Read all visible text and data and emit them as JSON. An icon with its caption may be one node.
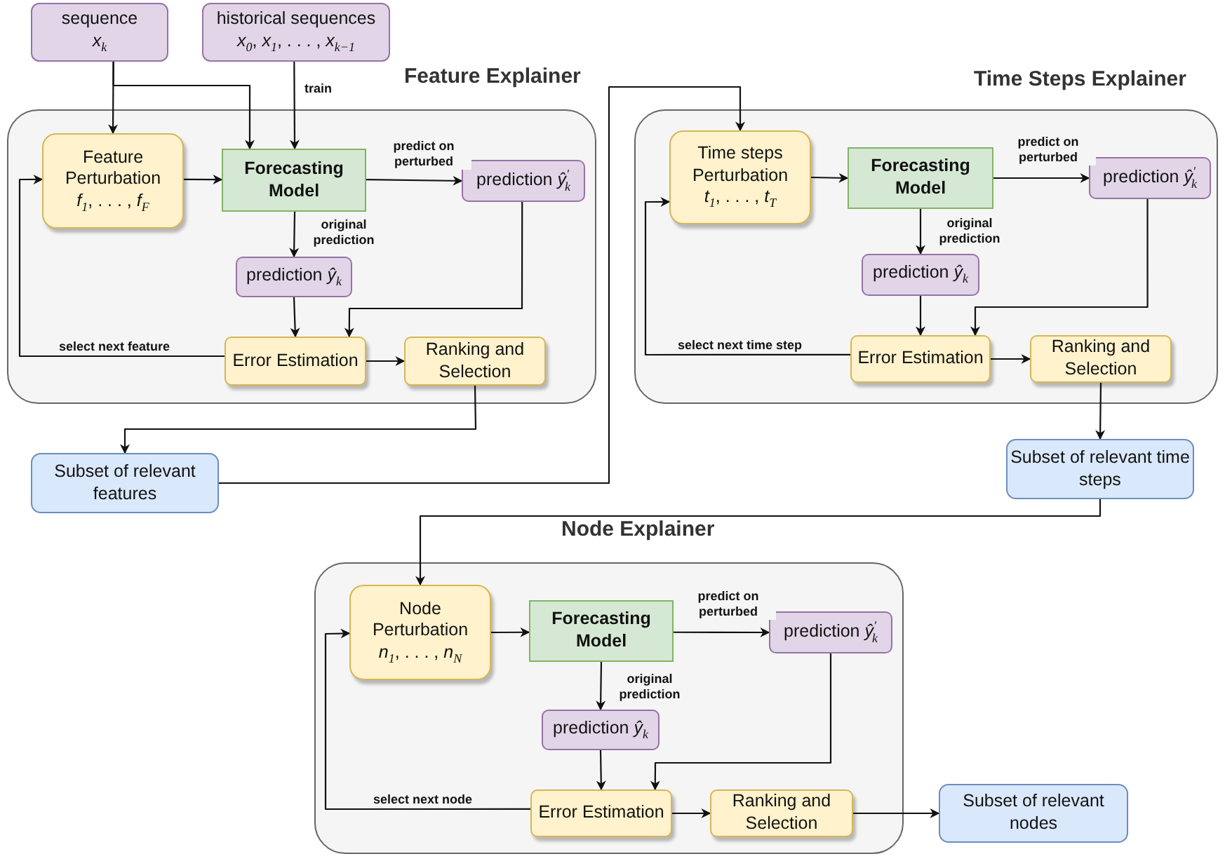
{
  "diagram": {
    "nodes": [
      {
        "text": [
          "sequence",
          "*x*$_{k}$"
        ]
      },
      {
        "text": [
          "historical sequences",
          "*x*$_{0}$, *x*$_{1}$, . . . , *x*$_{k−1}$"
        ]
      },
      {
        "text": [
          "Feature Explainer"
        ]
      },
      {
        "text": [
          "Feature Perturbation",
          "*f*$_{1}$, . . . , *f*$_{F}$"
        ],
        "in": 2
      },
      {
        "text": [
          "Forecasting Model"
        ],
        "in": 2
      },
      {
        "text": [
          "prediction *ŷ*$^{′}$$_{k}$"
        ],
        "in": 2
      },
      {
        "text": [
          "prediction *ŷ*$_{k}$"
        ],
        "in": 2
      },
      {
        "text": [
          "Error Estimation"
        ],
        "in": 2
      },
      {
        "text": [
          "Ranking and Selection"
        ],
        "in": 2
      },
      {
        "text": [
          "Subset of relevant features"
        ]
      },
      {
        "text": [
          "Time Steps Explainer"
        ]
      },
      {
        "text": [
          "Time steps Perturbation",
          "*t*$_{1}$, . . . , *t*$_{T}$"
        ],
        "in": 10
      },
      {
        "text": [
          "Forecasting Model"
        ],
        "in": 10
      },
      {
        "text": [
          "prediction *ŷ*$^{′}$$_{k}$"
        ],
        "in": 10
      },
      {
        "text": [
          "prediction *ŷ*$_{k}$"
        ],
        "in": 10
      },
      {
        "text": [
          "Error Estimation"
        ],
        "in": 10
      },
      {
        "text": [
          "Ranking and Selection"
        ],
        "in": 10
      },
      {
        "text": [
          "Subset of relevant time steps"
        ]
      },
      {
        "text": [
          "Node Explainer"
        ]
      },
      {
        "text": [
          "Node Perturbation",
          "*n*$_{1}$, . . . , *n*$_{N}$"
        ],
        "in": 18
      },
      {
        "text": [
          "Forecasting Model"
        ],
        "in": 18
      },
      {
        "text": [
          "prediction *ŷ*$^{′}$$_{k}$"
        ],
        "in": 18
      },
      {
        "text": [
          "prediction *ŷ*$_{k}$"
        ],
        "in": 18
      },
      {
        "text": [
          "Error Estimation"
        ],
        "in": 18
      },
      {
        "text": [
          "Ranking and Selection"
        ],
        "in": 18
      },
      {
        "text": [
          "Subset of relevant nodes"
        ]
      }
    ],
    "edges": [
      {
        "from": 0,
        "to": 3,
        "arrow": "to"
      },
      {
        "from": 0,
        "to": 4,
        "arrow": "to"
      },
      {
        "from": 1,
        "to": 4,
        "arrow": "to",
        "label": "train"
      },
      {
        "from": 3,
        "to": 4,
        "arrow": "to"
      },
      {
        "from": 4,
        "to": 5,
        "arrow": "to",
        "label": "predict on perturbed"
      },
      {
        "from": 4,
        "to": 6,
        "arrow": "to",
        "label": "original prediction"
      },
      {
        "from": 6,
        "to": 7,
        "arrow": "to"
      },
      {
        "from": 5,
        "to": 7,
        "arrow": "to"
      },
      {
        "from": 7,
        "to": 3,
        "arrow": "to",
        "label": "select next feature"
      },
      {
        "from": 7,
        "to": 8,
        "arrow": "to"
      },
      {
        "from": 8,
        "to": 9,
        "arrow": "to"
      },
      {
        "from": 9,
        "to": 11,
        "arrow": "to"
      },
      {
        "from": 11,
        "to": 12,
        "arrow": "to"
      },
      {
        "from": 12,
        "to": 13,
        "arrow": "to",
        "label": "predict on perturbed"
      },
      {
        "from": 12,
        "to": 14,
        "arrow": "to",
        "label": "original prediction"
      },
      {
        "from": 14,
        "to": 15,
        "arrow": "to"
      },
      {
        "from": 13,
        "to": 15,
        "arrow": "to"
      },
      {
        "from": 15,
        "to": 11,
        "arrow": "to",
        "label": "select next time step"
      },
      {
        "from": 15,
        "to": 16,
        "arrow": "to"
      },
      {
        "from": 16,
        "to": 17,
        "arrow": "to"
      },
      {
        "from": 17,
        "to": 19,
        "arrow": "to"
      },
      {
        "from": 19,
        "to": 20,
        "arrow": "to"
      },
      {
        "from": 20,
        "to": 21,
        "arrow": "to",
        "label": "predict on perturbed"
      },
      {
        "from": 20,
        "to": 22,
        "arrow": "to",
        "label": "original prediction"
      },
      {
        "from": 22,
        "to": 23,
        "arrow": "to"
      },
      {
        "from": 21,
        "to": 23,
        "arrow": "to"
      },
      {
        "from": 23,
        "to": 19,
        "arrow": "to",
        "label": "select next node"
      },
      {
        "from": 23,
        "to": 24,
        "arrow": "to"
      },
      {
        "from": 24,
        "to": 25,
        "arrow": "to"
      }
    ]
  }
}
